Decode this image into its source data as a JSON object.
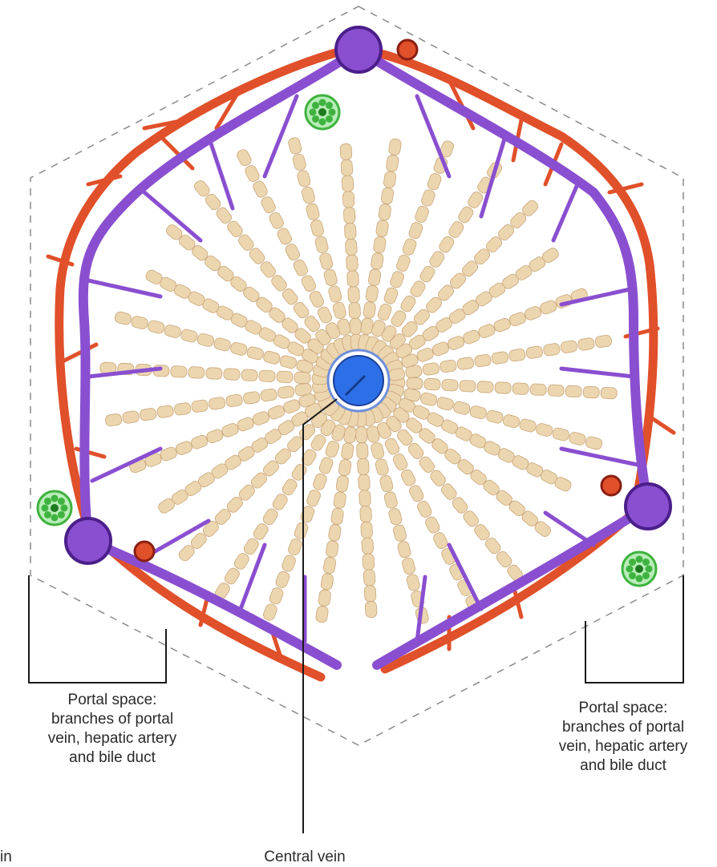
{
  "labels": {
    "portal_left": [
      "Portal space:",
      "branches of portal",
      "vein, hepatic artery",
      "and bile duct"
    ],
    "portal_right": [
      "Portal space:",
      "branches of portal",
      "vein, hepatic artery",
      "and bile duct"
    ],
    "central_vein": "Central vein",
    "edge_fragment": "in"
  },
  "colors": {
    "portal_vein": "#8a4fd0",
    "portal_vein_dark": "#4b1f8a",
    "hepatic_artery": "#e0502a",
    "artery_dark": "#8a1e12",
    "bile_duct": "#3fb33f",
    "central_vein": "#2d6fe6",
    "hepatocyte_cord": "#ecd6b0",
    "cord_outline": "#c9a679",
    "lobule_outline": "#8a8a8a",
    "leader_line": "#1a1a1a"
  }
}
